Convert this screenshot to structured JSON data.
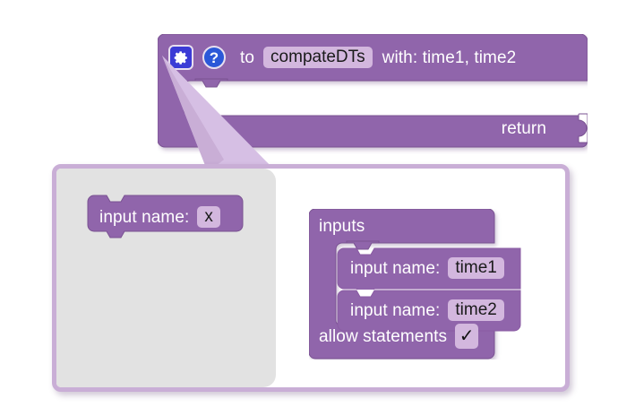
{
  "colors": {
    "block_purple": "#9065ab",
    "block_purple_dark": "#7a5292",
    "field_lavender": "#d3b7de",
    "dialog_border": "#c9aed6",
    "flyout_gray": "#e2e2e2",
    "gear_blue": "#3b3bd6",
    "help_blue": "#2b58d8",
    "connector_purple": "#d6bfe4",
    "text_white": "#ffffff",
    "text_black": "#1a1a1a"
  },
  "function_block": {
    "gear_icon": "gear-icon",
    "help_icon": "help-icon",
    "to_label": "to",
    "name_value": "compateDTs",
    "with_label": "with: time1, time2",
    "return_label": "return"
  },
  "mutator": {
    "flyout": {
      "block_label": "input name:",
      "block_field_value": "x"
    },
    "container": {
      "title": "inputs",
      "inputs": [
        {
          "label": "input name:",
          "value": "time1"
        },
        {
          "label": "input name:",
          "value": "time2"
        }
      ],
      "allow_statements_label": "allow statements",
      "allow_statements_checked": "✓"
    }
  }
}
